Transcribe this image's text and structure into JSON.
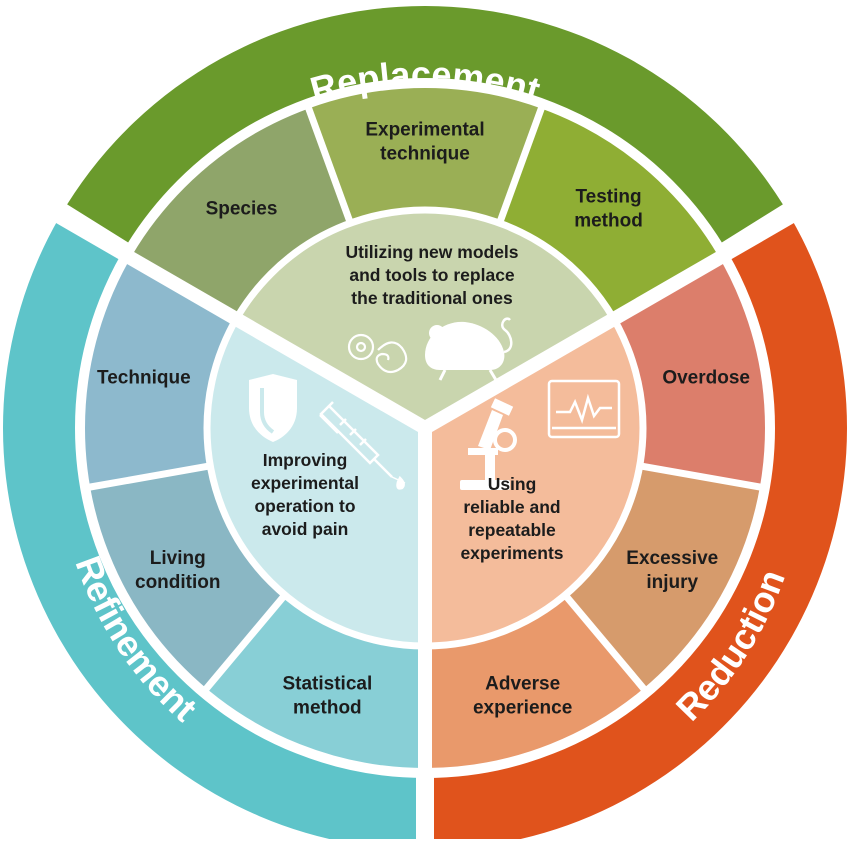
{
  "colors": {
    "background": "#ffffff",
    "separator": "#ffffff",
    "replacement_outer": "#6a9a2c",
    "reduction_outer": "#e0531c",
    "refinement_outer": "#5ec4c9"
  },
  "sectors": [
    {
      "id": "replacement",
      "title": "Replacement",
      "outer_color": "#6a9a2c",
      "center_text": [
        "Utilizing new models",
        "and tools to replace",
        "the traditional ones"
      ],
      "center_color": "#c9d5ae",
      "icons": [
        "cell-icon",
        "mouse-icon"
      ],
      "segments": [
        {
          "lines": [
            "Species"
          ],
          "color": "#8fa56a"
        },
        {
          "lines": [
            "Experimental",
            "technique"
          ],
          "color": "#9aaf55"
        },
        {
          "lines": [
            "Testing",
            "method"
          ],
          "color": "#8fae34"
        }
      ]
    },
    {
      "id": "reduction",
      "title": "Reduction",
      "outer_color": "#e0531c",
      "center_text": [
        "Using",
        "reliable and",
        "repeatable",
        "experiments"
      ],
      "center_color": "#f4bc9b",
      "icons": [
        "microscope-icon",
        "monitor-icon"
      ],
      "segments": [
        {
          "lines": [
            "Overdose"
          ],
          "color": "#dc7e6b"
        },
        {
          "lines": [
            "Excessive",
            "injury"
          ],
          "color": "#d69b6c"
        },
        {
          "lines": [
            "Adverse",
            "experience"
          ],
          "color": "#e9996b"
        }
      ]
    },
    {
      "id": "refinement",
      "title": "Refinement",
      "outer_color": "#5ec4c9",
      "center_text": [
        "Improving",
        "experimental",
        "operation to",
        "avoid pain"
      ],
      "center_color": "#cbe9ec",
      "icons": [
        "shield-icon",
        "syringe-icon"
      ],
      "segments": [
        {
          "lines": [
            "Statistical",
            "method"
          ],
          "color": "#88cfd6"
        },
        {
          "lines": [
            "Living",
            "condition"
          ],
          "color": "#8ab7c4"
        },
        {
          "lines": [
            "Technique"
          ],
          "color": "#8db9cd"
        }
      ]
    }
  ]
}
